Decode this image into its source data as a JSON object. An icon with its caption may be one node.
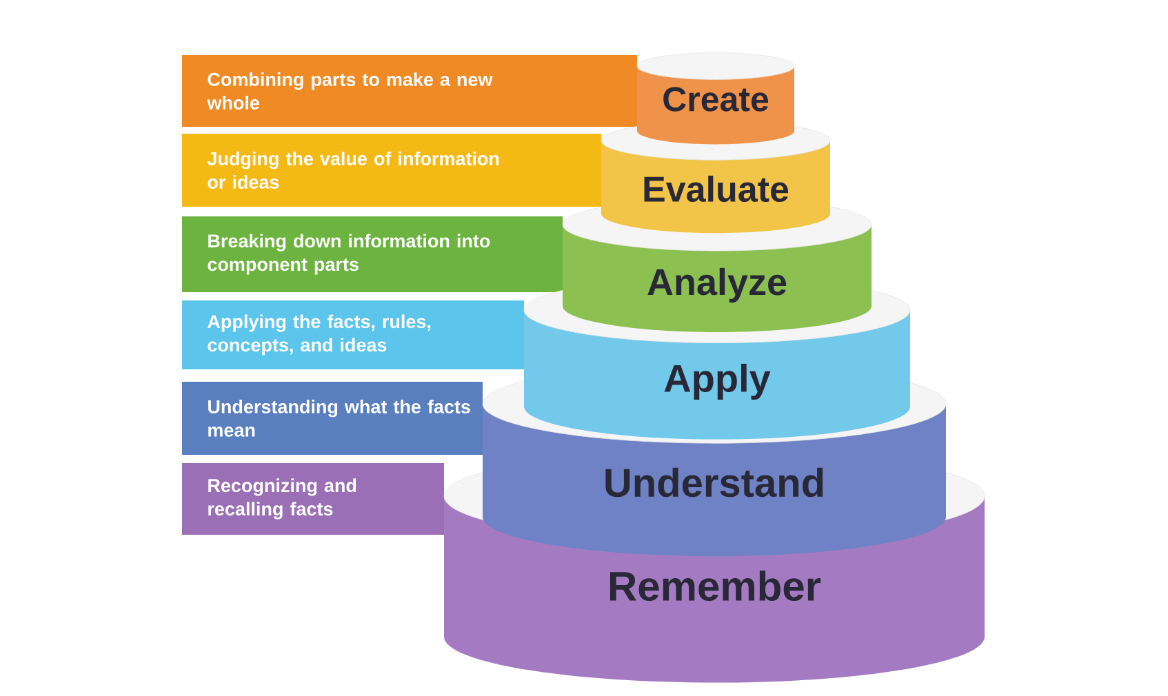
{
  "diagram": {
    "nodes": [
      {
        "text": [
          "Combining parts to make a new whole"
        ]
      },
      {
        "text": [
          "Create"
        ]
      },
      {
        "text": [
          "Judging the value of information or ideas"
        ]
      },
      {
        "text": [
          "Evaluate"
        ]
      },
      {
        "text": [
          "Breaking down information into component parts"
        ]
      },
      {
        "text": [
          "Analyze"
        ]
      },
      {
        "text": [
          "Applying the facts, rules, concepts, and ideas"
        ]
      },
      {
        "text": [
          "Apply"
        ]
      },
      {
        "text": [
          "Understanding what the facts mean"
        ]
      },
      {
        "text": [
          "Understand"
        ]
      },
      {
        "text": [
          "Recognizing and recalling facts"
        ]
      },
      {
        "text": [
          "Remember"
        ]
      }
    ]
  }
}
